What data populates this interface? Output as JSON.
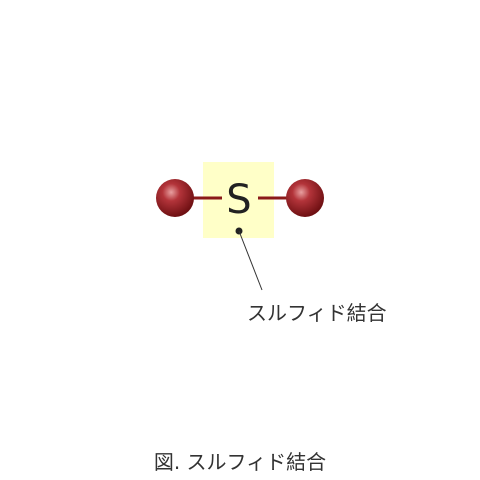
{
  "diagram": {
    "atom_symbol": "S",
    "bond_label": "スルフィド結合",
    "caption": "図.  スルフィド結合",
    "colors": {
      "highlight_box": "#FFFFC8",
      "bond_line": "#8B1A1A",
      "ball_dark": "#6E0F12",
      "ball_mid": "#9A1F24",
      "ball_light": "#E8A0A0",
      "leader_line": "#333333",
      "text": "#222222"
    }
  }
}
